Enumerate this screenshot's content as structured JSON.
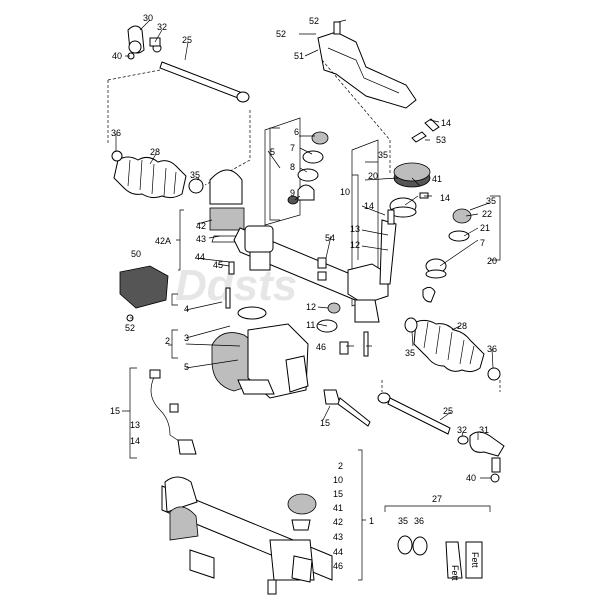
{
  "callouts": [
    {
      "id": "c30a",
      "text": "30"
    },
    {
      "id": "c32a",
      "text": "32"
    },
    {
      "id": "c25a",
      "text": "25"
    },
    {
      "id": "c40a",
      "text": "40"
    },
    {
      "id": "c52a",
      "text": "52"
    },
    {
      "id": "c52b",
      "text": "52"
    },
    {
      "id": "c51",
      "text": "51"
    },
    {
      "id": "c36a",
      "text": "36"
    },
    {
      "id": "c28a",
      "text": "28"
    },
    {
      "id": "c35a",
      "text": "35"
    },
    {
      "id": "c6",
      "text": "6"
    },
    {
      "id": "c7a",
      "text": "7"
    },
    {
      "id": "c5a",
      "text": "5"
    },
    {
      "id": "c8",
      "text": "8"
    },
    {
      "id": "c9",
      "text": "9"
    },
    {
      "id": "c14a",
      "text": "14"
    },
    {
      "id": "c53",
      "text": "53"
    },
    {
      "id": "c35b",
      "text": "35"
    },
    {
      "id": "c20a",
      "text": "20"
    },
    {
      "id": "c10a",
      "text": "10"
    },
    {
      "id": "c41a",
      "text": "41"
    },
    {
      "id": "c14b",
      "text": "14"
    },
    {
      "id": "c14c",
      "text": "14"
    },
    {
      "id": "c13a",
      "text": "13"
    },
    {
      "id": "c12a",
      "text": "12"
    },
    {
      "id": "c35c",
      "text": "35"
    },
    {
      "id": "c22",
      "text": "22"
    },
    {
      "id": "c21",
      "text": "21"
    },
    {
      "id": "c7b",
      "text": "7"
    },
    {
      "id": "c20b",
      "text": "20"
    },
    {
      "id": "c42a",
      "text": "42"
    },
    {
      "id": "c42A",
      "text": "42A"
    },
    {
      "id": "c43",
      "text": "43"
    },
    {
      "id": "c44",
      "text": "44"
    },
    {
      "id": "c45",
      "text": "45"
    },
    {
      "id": "c54",
      "text": "54"
    },
    {
      "id": "c50",
      "text": "50"
    },
    {
      "id": "c52c",
      "text": "52"
    },
    {
      "id": "c4",
      "text": "4"
    },
    {
      "id": "c2a",
      "text": "2"
    },
    {
      "id": "c3",
      "text": "3"
    },
    {
      "id": "c5b",
      "text": "5"
    },
    {
      "id": "c12b",
      "text": "12"
    },
    {
      "id": "c11",
      "text": "11"
    },
    {
      "id": "c46",
      "text": "46"
    },
    {
      "id": "c28b",
      "text": "28"
    },
    {
      "id": "c35d",
      "text": "35"
    },
    {
      "id": "c36b",
      "text": "36"
    },
    {
      "id": "c15a",
      "text": "15"
    },
    {
      "id": "c13b",
      "text": "13"
    },
    {
      "id": "c14d",
      "text": "14"
    },
    {
      "id": "c15b",
      "text": "15"
    },
    {
      "id": "c25b",
      "text": "25"
    },
    {
      "id": "c32b",
      "text": "32"
    },
    {
      "id": "c31",
      "text": "31"
    },
    {
      "id": "c40b",
      "text": "40"
    },
    {
      "id": "l2",
      "text": "2"
    },
    {
      "id": "l10",
      "text": "10"
    },
    {
      "id": "l15",
      "text": "15"
    },
    {
      "id": "l41",
      "text": "41"
    },
    {
      "id": "l42",
      "text": "42"
    },
    {
      "id": "l43",
      "text": "43"
    },
    {
      "id": "l44",
      "text": "44"
    },
    {
      "id": "l46",
      "text": "46"
    },
    {
      "id": "l1",
      "text": "1"
    },
    {
      "id": "c27",
      "text": "27"
    },
    {
      "id": "c35e",
      "text": "35"
    },
    {
      "id": "c36c",
      "text": "36"
    }
  ],
  "kit_labels": {
    "tube_left": "Fett",
    "tube_right": "Fett"
  },
  "watermark": "Ddsts"
}
